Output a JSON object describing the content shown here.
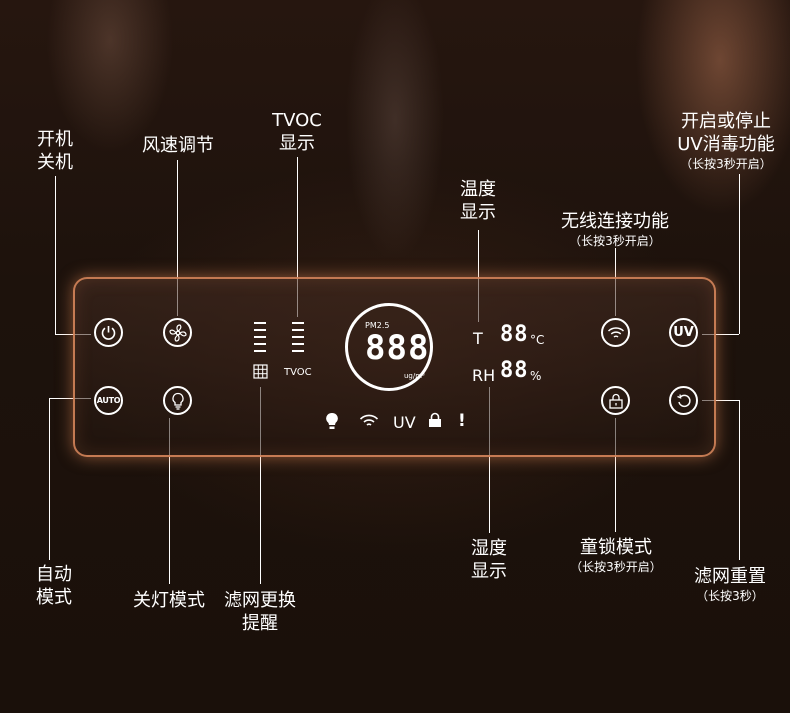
{
  "labels": {
    "power": [
      "开机",
      "关机"
    ],
    "fan_speed": "风速调节",
    "tvoc": [
      "TVOC",
      "显示"
    ],
    "temperature": [
      "温度",
      "显示"
    ],
    "wifi": "无线连接功能",
    "wifi_note": "（长按3秒开启）",
    "uv": [
      "开启或停止",
      "UV消毒功能"
    ],
    "uv_note": "（长按3秒开启）",
    "auto": [
      "自动",
      "模式"
    ],
    "light_off": "关灯模式",
    "filter_reminder": [
      "滤网更换",
      "提醒"
    ],
    "humidity": [
      "湿度",
      "显示"
    ],
    "child_lock": "童锁模式",
    "child_lock_note": "（长按3秒开启）",
    "filter_reset": "滤网重置",
    "filter_reset_note": "（长按3秒）"
  },
  "panel": {
    "pm_label": "PM2.5",
    "pm_value": "888",
    "pm_unit": "ug/m³",
    "tvoc_label": "TVOC",
    "t_label": "T",
    "t_value": "88",
    "t_unit": "°C",
    "rh_label": "RH",
    "rh_value": "88",
    "rh_unit": "%",
    "uv_button": "UV",
    "auto_button": "AUTO",
    "status_uv": "UV",
    "status_alert": "!"
  }
}
